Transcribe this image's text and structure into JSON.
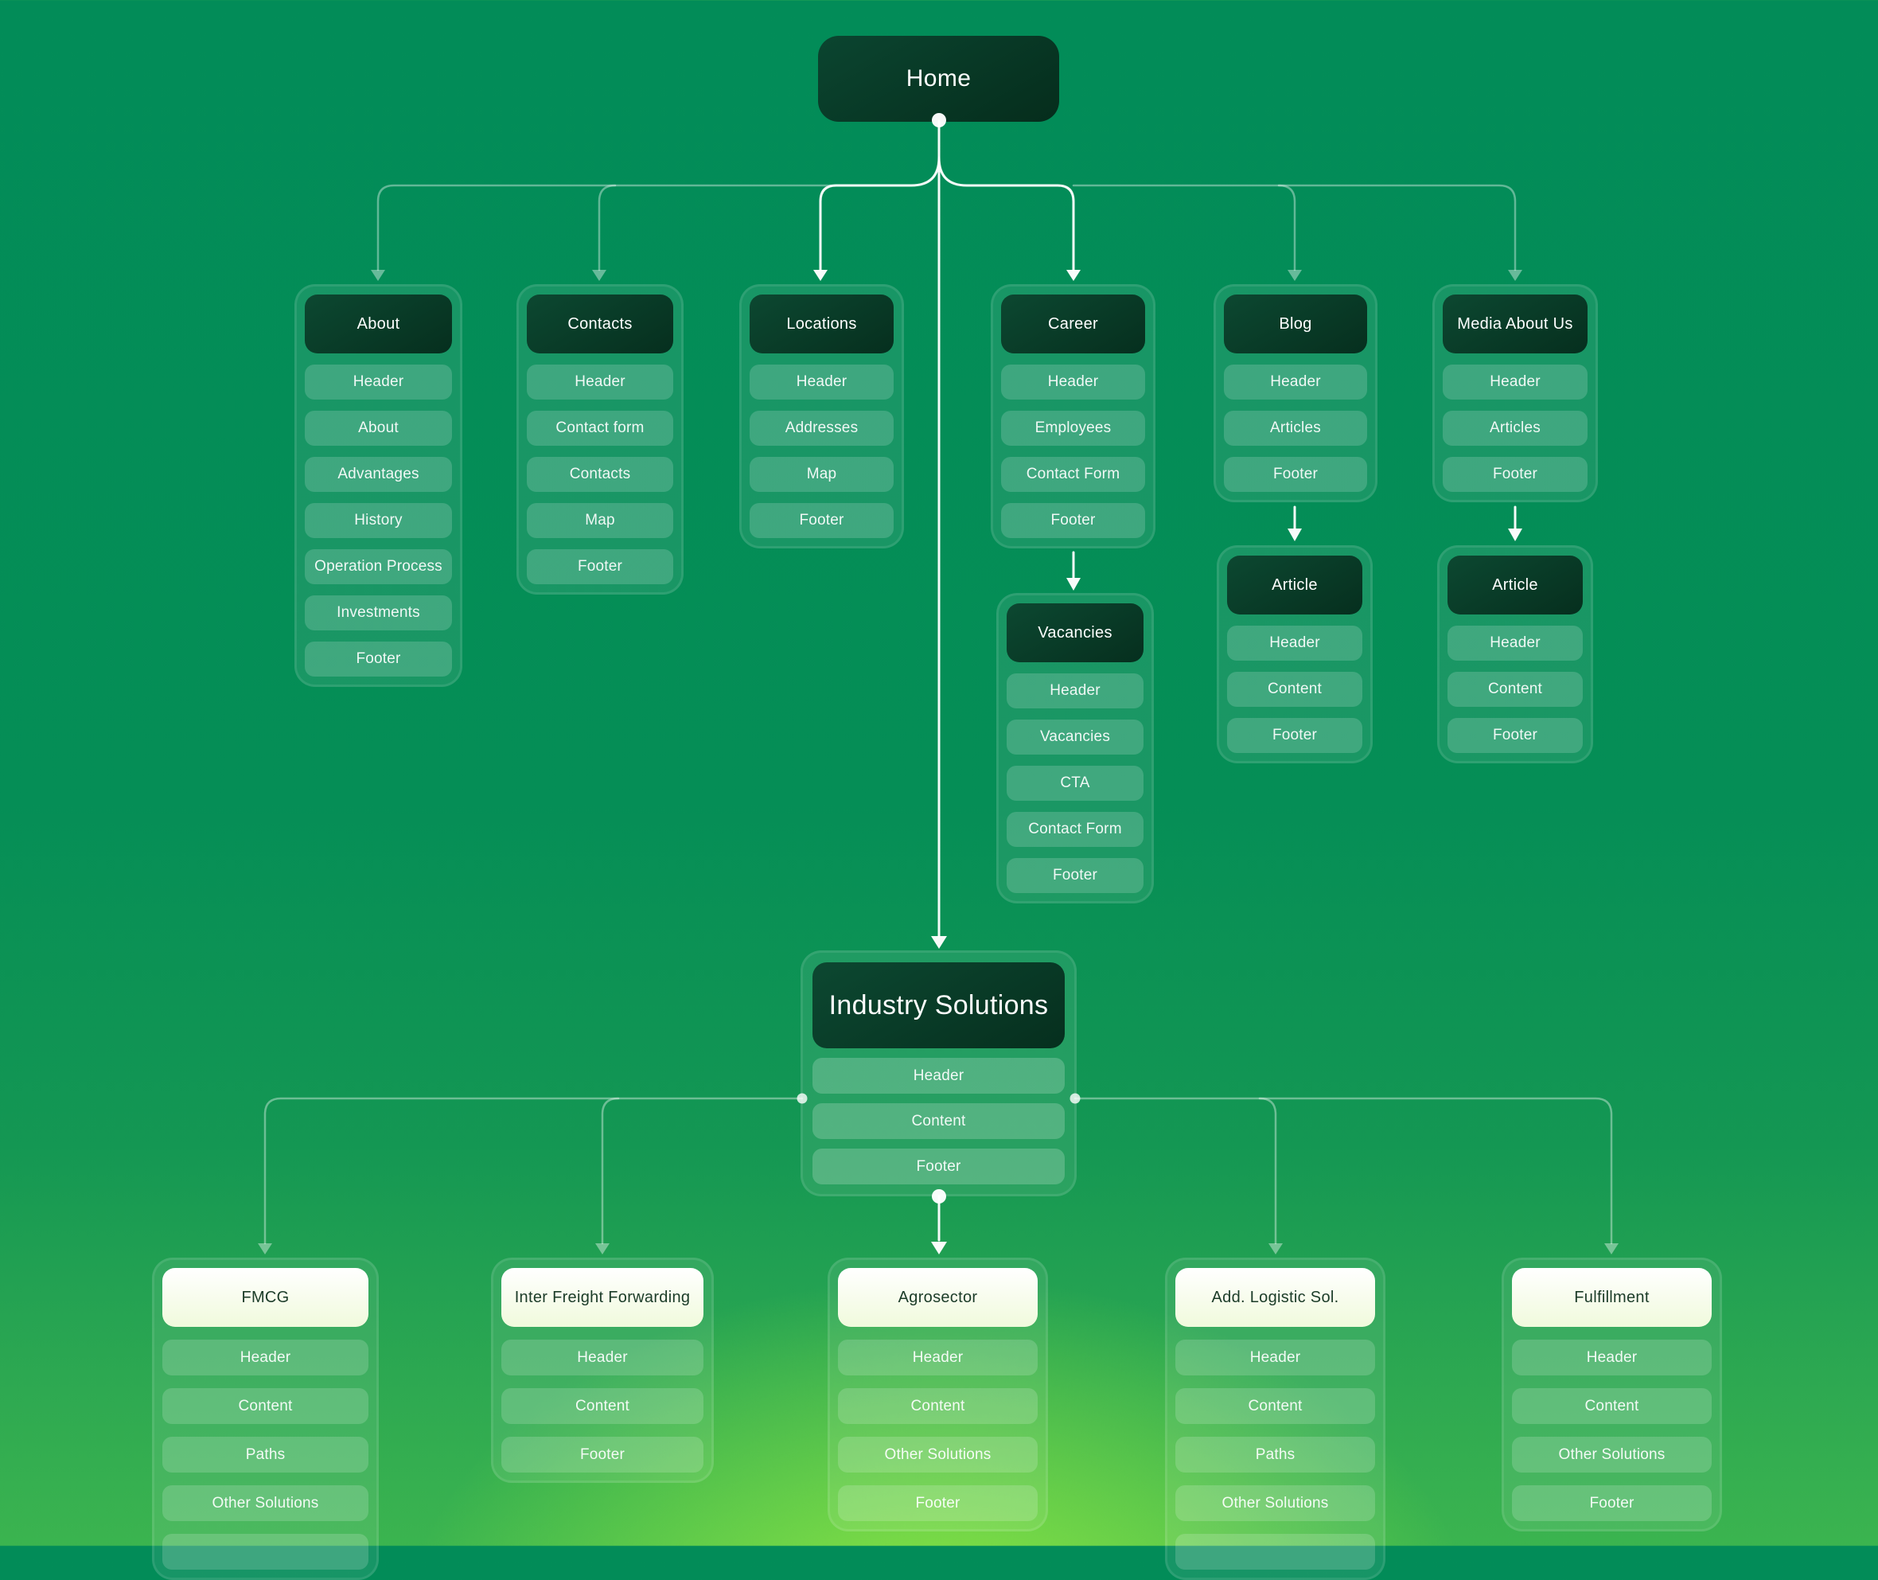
{
  "home": {
    "label": "Home"
  },
  "top_sections": [
    {
      "id": "about",
      "title": "About",
      "items": [
        "Header",
        "About",
        "Advantages",
        "History",
        "Operation Process",
        "Investments",
        "Footer"
      ]
    },
    {
      "id": "contacts",
      "title": "Contacts",
      "items": [
        "Header",
        "Contact form",
        "Contacts",
        "Map",
        "Footer"
      ]
    },
    {
      "id": "locations",
      "title": "Locations",
      "items": [
        "Header",
        "Addresses",
        "Map",
        "Footer"
      ]
    },
    {
      "id": "career",
      "title": "Career",
      "items": [
        "Header",
        "Employees",
        "Contact Form",
        "Footer"
      ]
    },
    {
      "id": "blog",
      "title": "Blog",
      "items": [
        "Header",
        "Articles",
        "Footer"
      ]
    },
    {
      "id": "media-about-us",
      "title": "Media About Us",
      "items": [
        "Header",
        "Articles",
        "Footer"
      ]
    }
  ],
  "sub_sections": [
    {
      "id": "vacancies",
      "title": "Vacancies",
      "items": [
        "Header",
        "Vacancies",
        "CTA",
        "Contact Form",
        "Footer"
      ]
    },
    {
      "id": "blog-article",
      "title": "Article",
      "items": [
        "Header",
        "Content",
        "Footer"
      ]
    },
    {
      "id": "media-article",
      "title": "Article",
      "items": [
        "Header",
        "Content",
        "Footer"
      ]
    }
  ],
  "industry_solutions": {
    "title": "Industry Solutions",
    "items": [
      "Header",
      "Content",
      "Footer"
    ]
  },
  "industry_columns": [
    {
      "id": "fmcg",
      "title": "FMCG",
      "items": [
        "Header",
        "Content",
        "Paths",
        "Other Solutions",
        ""
      ]
    },
    {
      "id": "inter-freight-forwarding",
      "title": "Inter Freight Forwarding",
      "items": [
        "Header",
        "Content",
        "Footer"
      ]
    },
    {
      "id": "agrosector",
      "title": "Agrosector",
      "items": [
        "Header",
        "Content",
        "Other Solutions",
        "Footer"
      ]
    },
    {
      "id": "add-logistic-sol",
      "title": "Add. Logistic Sol.",
      "items": [
        "Header",
        "Content",
        "Paths",
        "Other Solutions",
        ""
      ]
    },
    {
      "id": "fulfillment",
      "title": "Fulfillment",
      "items": [
        "Header",
        "Content",
        "Other Solutions",
        "Footer"
      ]
    }
  ],
  "colors": {
    "background_top": "#028C58",
    "background_glow": "#96EC42",
    "node_dark": "#073A26",
    "node_light": "#F4FCE9",
    "connector_bright": "#FFFFFF",
    "connector_faint": "rgba(255,255,255,0.4)"
  }
}
